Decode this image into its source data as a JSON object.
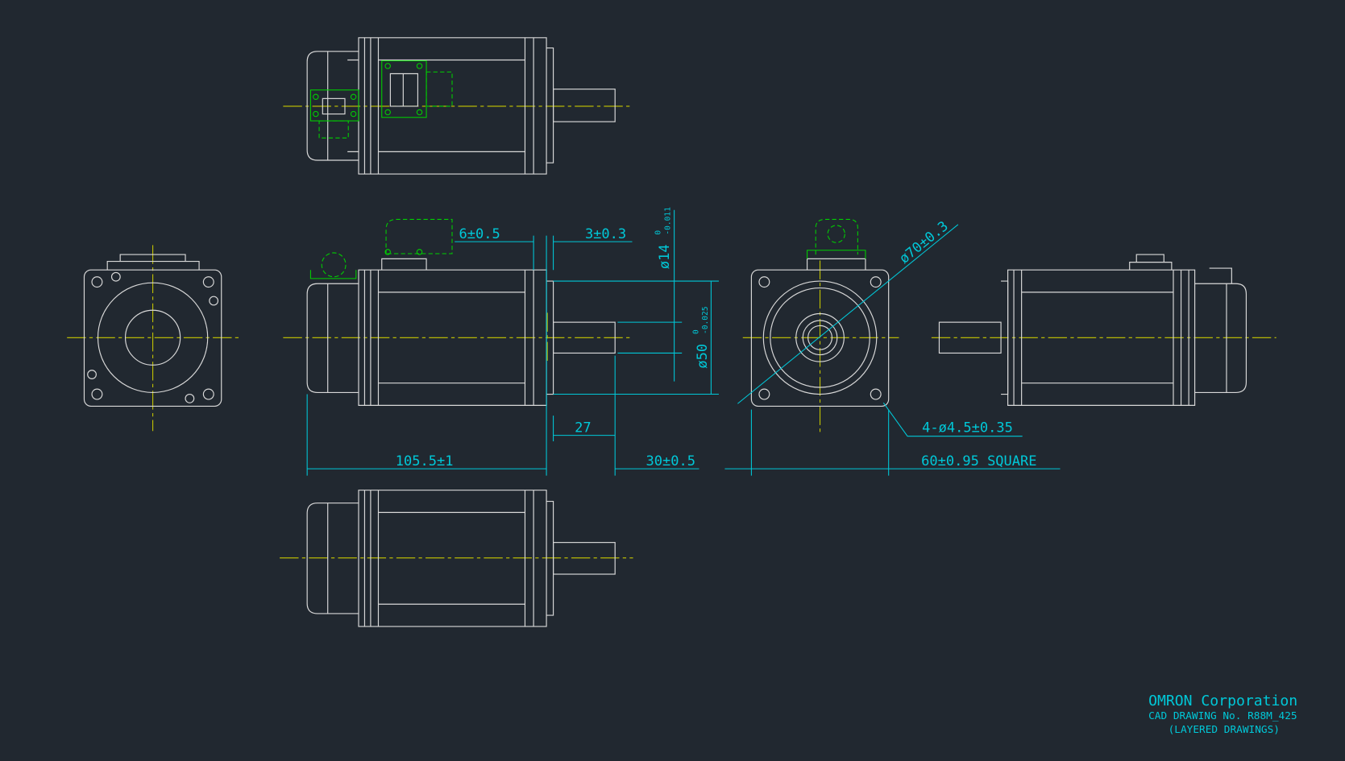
{
  "colors": {
    "background": "#212830",
    "outline": "#d8d8d8",
    "dimension": "#00c8d8",
    "centerline": "#c8c800",
    "connector": "#00d000"
  },
  "dimensions": {
    "flange_offset": "6±0.5",
    "flange_thickness": "3±0.3",
    "shaft_diameter": "ø14",
    "shaft_diameter_tol_upper": "0",
    "shaft_diameter_tol_lower": "-0.011",
    "spigot_diameter": "ø50",
    "spigot_tol_upper": "0",
    "spigot_tol_lower": "-0.025",
    "shaft_key_length": "27",
    "body_length": "105.5±1",
    "shaft_length": "30±0.5",
    "bolt_circle": "ø70±0.3",
    "mount_holes": "4-ø4.5±0.35",
    "flange_square": "60±0.95 SQUARE"
  },
  "title_block": {
    "company": "OMRON Corporation",
    "drawing_no": "CAD DRAWING No. R88M_425",
    "subtitle": "(LAYERED DRAWINGS)"
  }
}
